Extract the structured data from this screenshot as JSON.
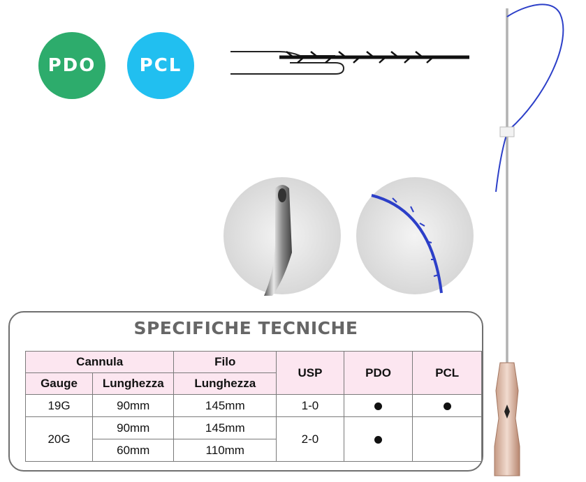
{
  "badges": {
    "pdo": "PDO",
    "pcl": "PCL"
  },
  "colors": {
    "pdo": "#2dac6c",
    "pcl": "#21bff0",
    "thread": "#2c3fc8",
    "header_bg": "#fce6f0"
  },
  "spec": {
    "title": "SPECIFICHE TECNICHE",
    "headers": {
      "cannula": "Cannula",
      "filo": "Filo",
      "usp": "USP",
      "pdo": "PDO",
      "pcl": "PCL",
      "gauge": "Gauge",
      "cannula_length": "Lunghezza",
      "filo_length": "Lunghezza"
    },
    "rows": [
      {
        "gauge": "19G",
        "cannula_length": "90mm",
        "filo_length": "145mm",
        "usp": "1-0",
        "pdo": true,
        "pcl": true
      },
      {
        "gauge": "20G",
        "cannula_length": "90mm",
        "filo_length": "145mm",
        "usp": "2-0",
        "pdo": true,
        "pcl": false
      },
      {
        "gauge": "",
        "cannula_length": "60mm",
        "filo_length": "110mm",
        "usp": "",
        "pdo": false,
        "pcl": false
      }
    ]
  }
}
